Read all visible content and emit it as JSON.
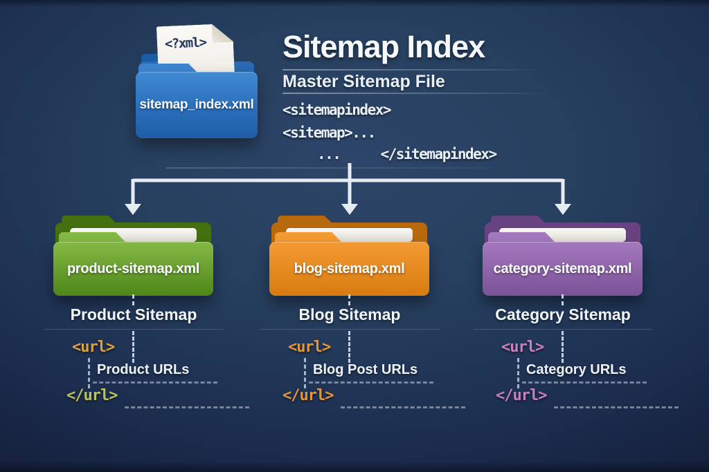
{
  "palette": {
    "background_center": "#2d4569",
    "background_edge": "#141f3a",
    "connector_white": "#eef3f8",
    "master_folder_blue_top": "#3f8ad3",
    "master_folder_blue_bottom": "#1f5da6",
    "code_text": "#eaf0f7"
  },
  "master": {
    "paper_code": "<?xml>",
    "folder_label": "sitemap_index.xml",
    "title": "Sitemap Index",
    "subtitle": "Master Sitemap File",
    "code_line_1": "<sitemapindex>",
    "code_line_2": "<sitemap>...",
    "code_line_3_dots": "...",
    "code_line_3_close": "</sitemapindex>"
  },
  "columns": [
    {
      "folder_label": "product-sitemap.xml",
      "heading": "Product Sitemap",
      "open_tag": "<url>",
      "url_text": "Product URLs",
      "close_tag": "</url>",
      "colors": {
        "folder_top": "#84b944",
        "folder_bottom": "#4e8619",
        "folder_back": "#44700f",
        "open_tag": "#dda23e",
        "close_tag": "#bcc25e"
      }
    },
    {
      "folder_label": "blog-sitemap.xml",
      "heading": "Blog Sitemap",
      "open_tag": "<url>",
      "url_text": "Blog Post URLs",
      "close_tag": "</url>",
      "colors": {
        "folder_top": "#f39a32",
        "folder_bottom": "#d87c10",
        "folder_back": "#b8690d",
        "open_tag": "#e5953a",
        "close_tag": "#e5953a"
      }
    },
    {
      "folder_label": "category-sitemap.xml",
      "heading": "Category Sitemap",
      "open_tag": "<url>",
      "url_text": "Category URLs",
      "close_tag": "</url>",
      "colors": {
        "folder_top": "#a478bd",
        "folder_bottom": "#7b5297",
        "folder_back": "#684382",
        "open_tag": "#cb7fbd",
        "close_tag": "#cb7fbd"
      }
    }
  ]
}
